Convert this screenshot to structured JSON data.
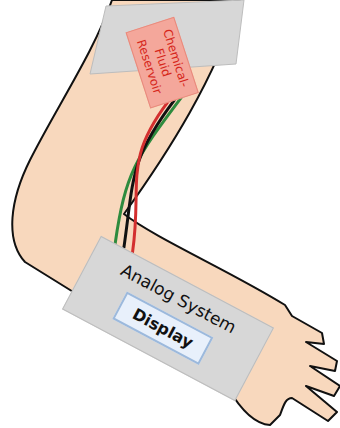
{
  "diagram": {
    "nodes": [
      {
        "text": [
          "Chemical-Fluid Reservoir"
        ]
      },
      {
        "text": [
          "Analog System"
        ]
      },
      {
        "text": [
          "Display"
        ],
        "in": 1
      }
    ],
    "edges": [
      {
        "from": 0,
        "to": 1,
        "arrow": "none"
      },
      {
        "from": 0,
        "to": 1,
        "arrow": "none"
      },
      {
        "from": 0,
        "to": 1,
        "arrow": "none"
      }
    ]
  }
}
